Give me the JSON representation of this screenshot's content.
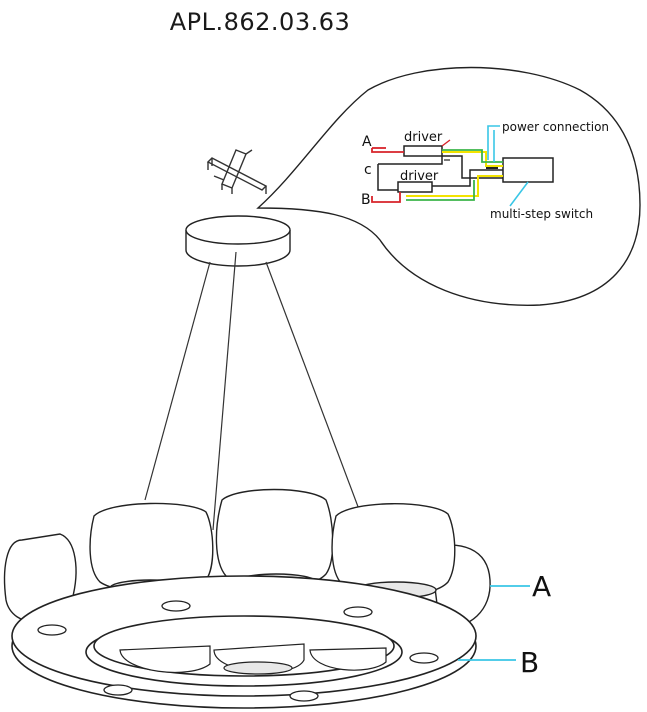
{
  "header": {
    "model_code": "APL.862.03.63"
  },
  "wiring_diagram": {
    "label_a": "A",
    "label_c": "c",
    "label_b": "B",
    "driver_top": "driver",
    "driver_bottom": "driver",
    "power_connection": "power connection",
    "multi_step_switch": "multi-step switch",
    "colors": {
      "red": "#d8232a",
      "green": "#3bb54a",
      "yellow": "#f3e300",
      "cyan": "#39c6e6",
      "dark": "#222222"
    }
  },
  "callouts": {
    "ring_a": "A",
    "ring_b": "B",
    "leader_color": "#39c6e6"
  }
}
